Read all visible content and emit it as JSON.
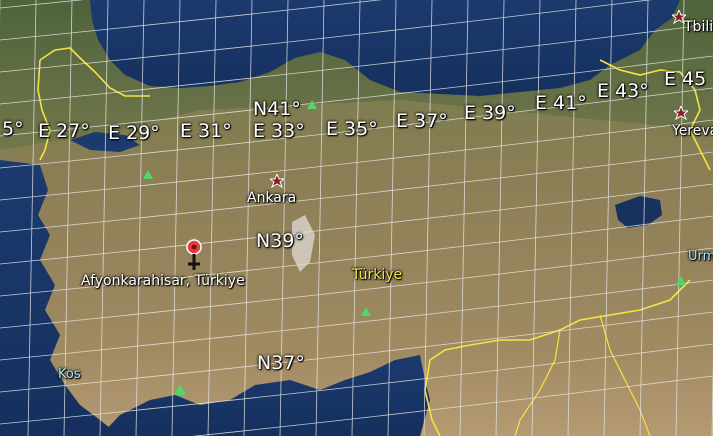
{
  "longitude_labels": [
    "5°",
    "E 27°",
    "E 29°",
    "E 31°",
    "E 33°",
    "E 35°",
    "E 37°",
    "E 39°",
    "E 41°",
    "E 43°",
    "E 45"
  ],
  "latitude_labels": [
    "N41°",
    "N39°",
    "N37°"
  ],
  "places": {
    "ankara": "Ankara",
    "afyon": "Afyonkarahisar, Türkiye",
    "yerevan": "Yerevan",
    "tbilisi": "Tbili",
    "kos": "Kos",
    "urmia": "Urm"
  },
  "country_label": "Türkiye",
  "colors": {
    "sea": "#1a3566",
    "land": "#8a7d52",
    "border": "#f5e342",
    "grid": "#e8e8e8",
    "label_yellow": "#f2e64a",
    "marker_red": "#e33b3b"
  },
  "icons": [
    "capital-star-icon",
    "location-pin-icon",
    "mountain-peak-icon"
  ]
}
